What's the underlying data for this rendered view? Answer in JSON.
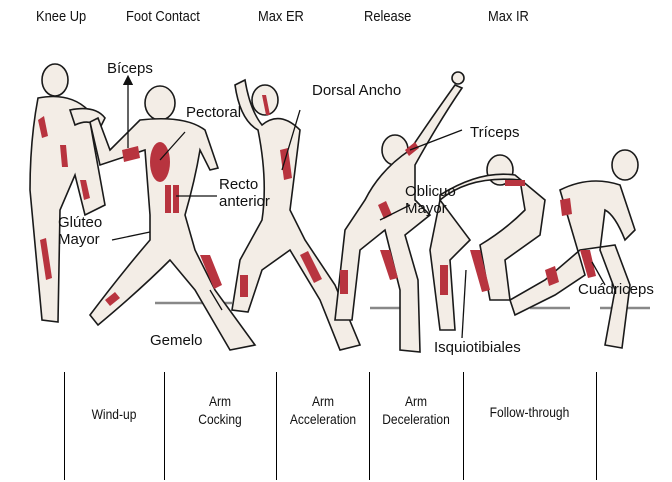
{
  "events": [
    {
      "name": "Knee Up"
    },
    {
      "name": "Foot Contact"
    },
    {
      "name": "Max ER"
    },
    {
      "name": "Release"
    },
    {
      "name": "Max IR"
    }
  ],
  "muscles": {
    "biceps": "Bíceps",
    "pectoral": "Pectoral",
    "recto_line1": "Recto",
    "recto_line2": "anterior",
    "gluteo_line1": "Glúteo",
    "gluteo_line2": "Mayor",
    "gemelo": "Gemelo",
    "dorsal": "Dorsal Ancho",
    "triceps": "Tríceps",
    "oblicuo_line1": "Oblicuo",
    "oblicuo_line2": "Mayor",
    "isquio": "Isquiotibiales",
    "cuadriceps": "Cuádriceps"
  },
  "phases": [
    {
      "line1": "Wind-up",
      "line2": ""
    },
    {
      "line1": "Arm",
      "line2": "Cocking"
    },
    {
      "line1": "Arm",
      "line2": "Acceleration"
    },
    {
      "line1": "Arm",
      "line2": "Deceleration"
    },
    {
      "line1": "Follow-through",
      "line2": ""
    }
  ],
  "colors": {
    "muscle_highlight": "#b8343f",
    "outline": "#1a1a1a",
    "ground": "#888888"
  }
}
